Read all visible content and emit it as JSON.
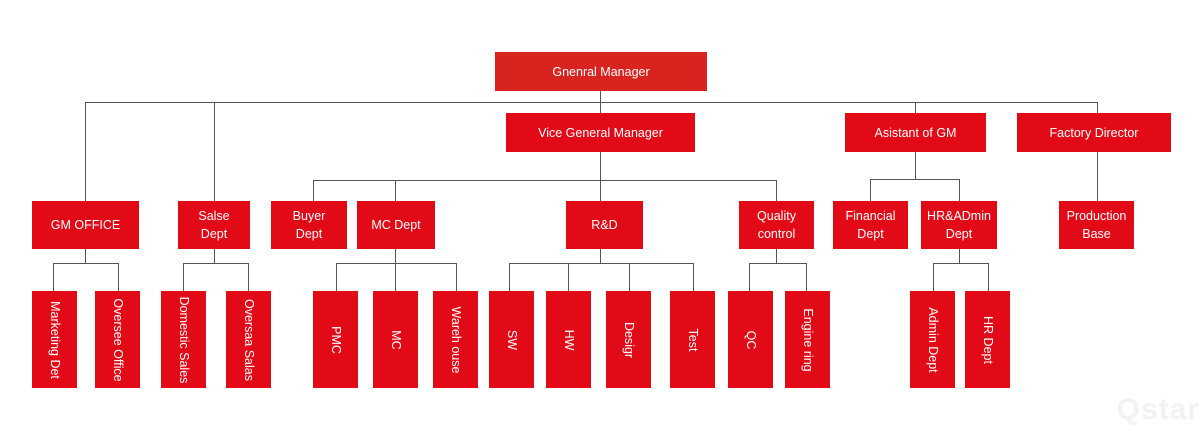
{
  "root": "Gnenral Manager",
  "level1": {
    "vice_gm": "Vice General Manager",
    "assistant_gm": "Asistant of GM",
    "factory_director": "Factory Director"
  },
  "departments": {
    "gm_office": "GM OFFICE",
    "sales_dept": "Salse\nDept",
    "buyer_dept": "Buyer\nDept",
    "mc_dept": "MC Dept",
    "rd": "R&D",
    "quality_control": "Quality\ncontrol",
    "financial_dept": "Financial\nDept",
    "hr_admin_dept": "HR&ADmin\nDept",
    "production_base": "Production\nBase"
  },
  "units": {
    "marketing": "Marketing Det",
    "oversee_office": "Oversee Office",
    "domestic_sales": "Domestic Sales",
    "overseas_sales": "Oversaa Salas",
    "pmc": "PMC",
    "mc": "MC",
    "warehouse": "Wareh ouse",
    "sw": "SW",
    "hw": "HW",
    "design": "Desigr",
    "test": "Test",
    "qc": "QC",
    "engineering": "Engine ring",
    "admin_dept": "Admin Dept",
    "hr_dept": "HR Dept"
  },
  "watermark": "Qstar",
  "colors": {
    "box": "#e30a17",
    "root": "#d9231f",
    "line": "#555555"
  }
}
